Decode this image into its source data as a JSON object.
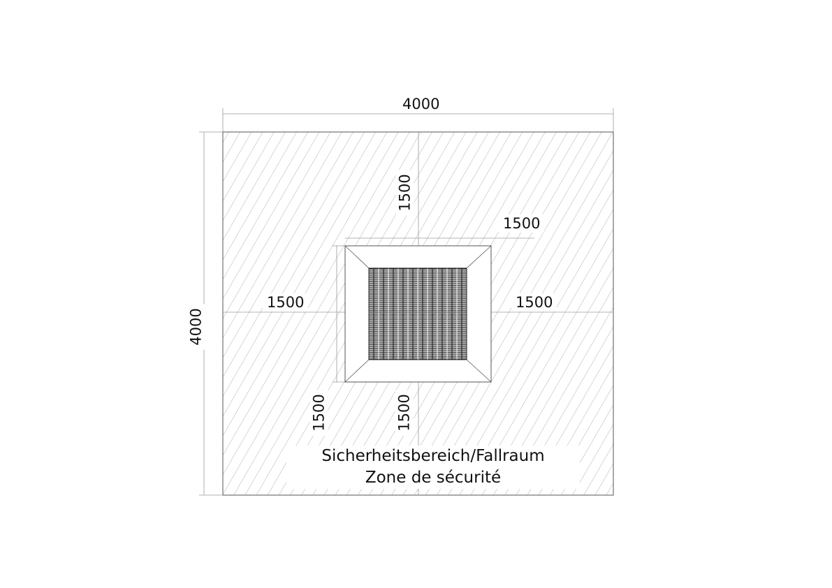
{
  "dimensions": {
    "overall_width": "4000",
    "overall_height": "4000",
    "top_clearance": "1500",
    "frame_width": "1500",
    "left_clearance": "1500",
    "right_clearance": "1500",
    "frame_height": "1500",
    "bottom_clearance": "1500"
  },
  "zone_label": {
    "line1": "Sicherheitsbereich/Fallraum",
    "line2": "Zone de sécurité"
  },
  "colors": {
    "line": "#555555",
    "hatch": "#9a9a9a",
    "dim": "#9a9a9a"
  }
}
